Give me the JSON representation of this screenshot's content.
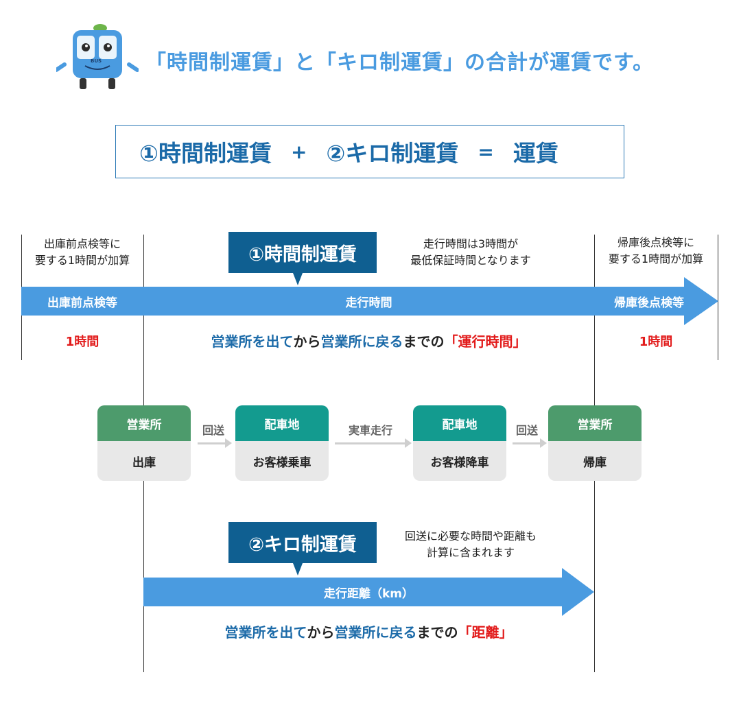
{
  "headline": "「時間制運賃」と「キロ制運賃」の合計が運賃です。",
  "mascot": {
    "badge": "BUS",
    "icon": "bus-mascot-icon"
  },
  "formula": {
    "part1": "①時間制運賃",
    "plus": "+",
    "part2": "②キロ制運賃",
    "equals": "=",
    "result": "運賃"
  },
  "time": {
    "label": "①時間制運賃",
    "note_line1": "走行時間は3時間が",
    "note_line2": "最低保証時間となります",
    "left_note_line1": "出庫前点検等に",
    "left_note_line2": "要する1時間が加算",
    "right_note_line1": "帰庫後点検等に",
    "right_note_line2": "要する1時間が加算",
    "bar_left": "出庫前点検等",
    "bar_center": "走行時間",
    "bar_right": "帰庫後点検等",
    "left_value": "1時間",
    "right_value": "1時間",
    "phrase": {
      "a": "営業所を出て",
      "b": "から",
      "c": "営業所に戻る",
      "d": "までの",
      "e": "「運行時間」"
    }
  },
  "flow": {
    "cards": [
      {
        "top": "営業所",
        "bottom": "出庫"
      },
      {
        "top": "配車地",
        "bottom": "お客様乗車"
      },
      {
        "top": "配車地",
        "bottom": "お客様降車"
      },
      {
        "top": "営業所",
        "bottom": "帰庫"
      }
    ],
    "arrows": [
      "回送",
      "実車走行",
      "回送"
    ]
  },
  "distance": {
    "label": "②キロ制運賃",
    "note_line1": "回送に必要な時間や距離も",
    "note_line2": "計算に含まれます",
    "bar": "走行距離（km）",
    "phrase": {
      "a": "営業所を出て",
      "b": "から",
      "c": "営業所に戻る",
      "d": "までの",
      "e": "「距離」"
    }
  },
  "colors": {
    "accent": "#4a9be0",
    "navy": "#0f5f91",
    "red": "#e21b1b",
    "green": "#4d9b6c",
    "teal": "#139b8f"
  }
}
